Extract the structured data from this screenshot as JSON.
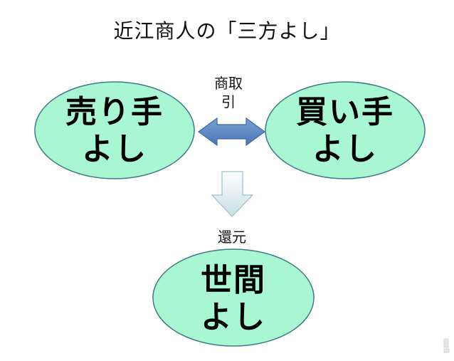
{
  "title": "近江商人の「三方よし」",
  "colors": {
    "ellipse_fill": "#a8f7d2",
    "ellipse_stroke": "#3f7a8a",
    "arrow_fill_top": "#7a9fd0",
    "arrow_fill_bottom": "#4a77b8",
    "arrow_stroke": "#3a6aa8",
    "down_arrow_fill_top": "#ffffff",
    "down_arrow_fill_bottom": "#c7dfe5",
    "down_arrow_stroke": "#9bc0c9"
  },
  "nodes": {
    "seller": {
      "label": "売り手\nよし"
    },
    "buyer": {
      "label": "買い手\nよし"
    },
    "society": {
      "label": "世間\nよし"
    }
  },
  "edges": {
    "trade": {
      "label": "商取\n引",
      "type": "bidirectional",
      "from": "seller",
      "to": "buyer"
    },
    "return": {
      "label": "還元",
      "type": "down",
      "from": "trade",
      "to": "society"
    }
  }
}
